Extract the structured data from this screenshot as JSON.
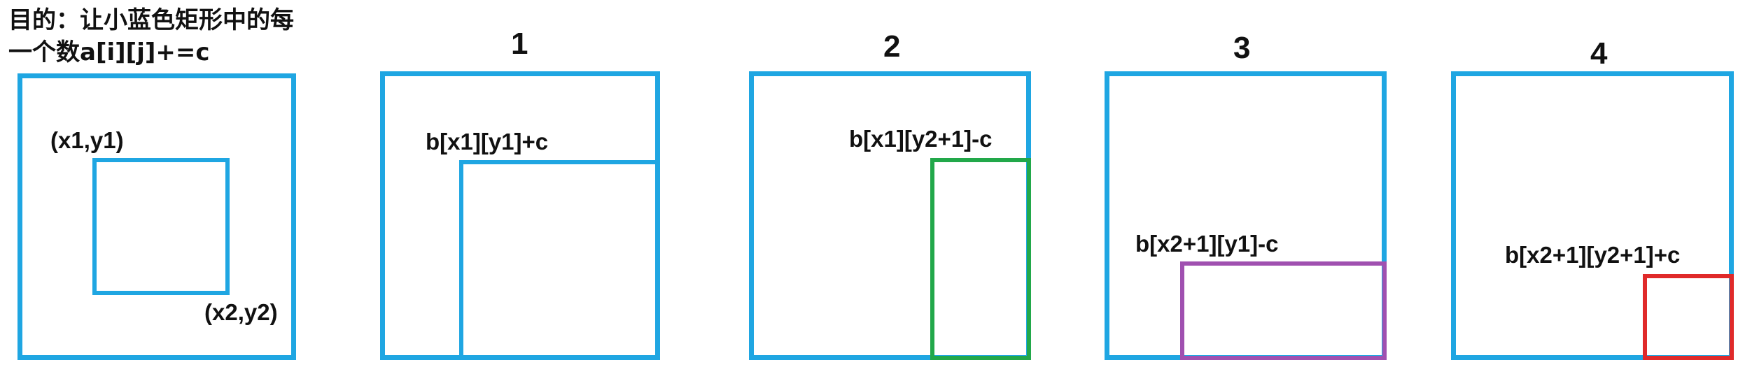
{
  "goal": {
    "line1": "目的：让小蓝色矩形中的每",
    "line2": "一个数a[i][j]+=c"
  },
  "panel0": {
    "corner_top": "(x1,y1)",
    "corner_bottom": "(x2,y2)"
  },
  "panels": [
    {
      "number": "1",
      "formula": "b[x1][y1]+c"
    },
    {
      "number": "2",
      "formula": "b[x1][y2+1]-c"
    },
    {
      "number": "3",
      "formula": "b[x2+1][y1]-c"
    },
    {
      "number": "4",
      "formula": "b[x2+1][y2+1]+c"
    }
  ],
  "colors": {
    "outer": "#1fa6e2",
    "panel1": "#1fa6e2",
    "panel2": "#22a84a",
    "panel3": "#a050b0",
    "panel4": "#e02a2a"
  }
}
